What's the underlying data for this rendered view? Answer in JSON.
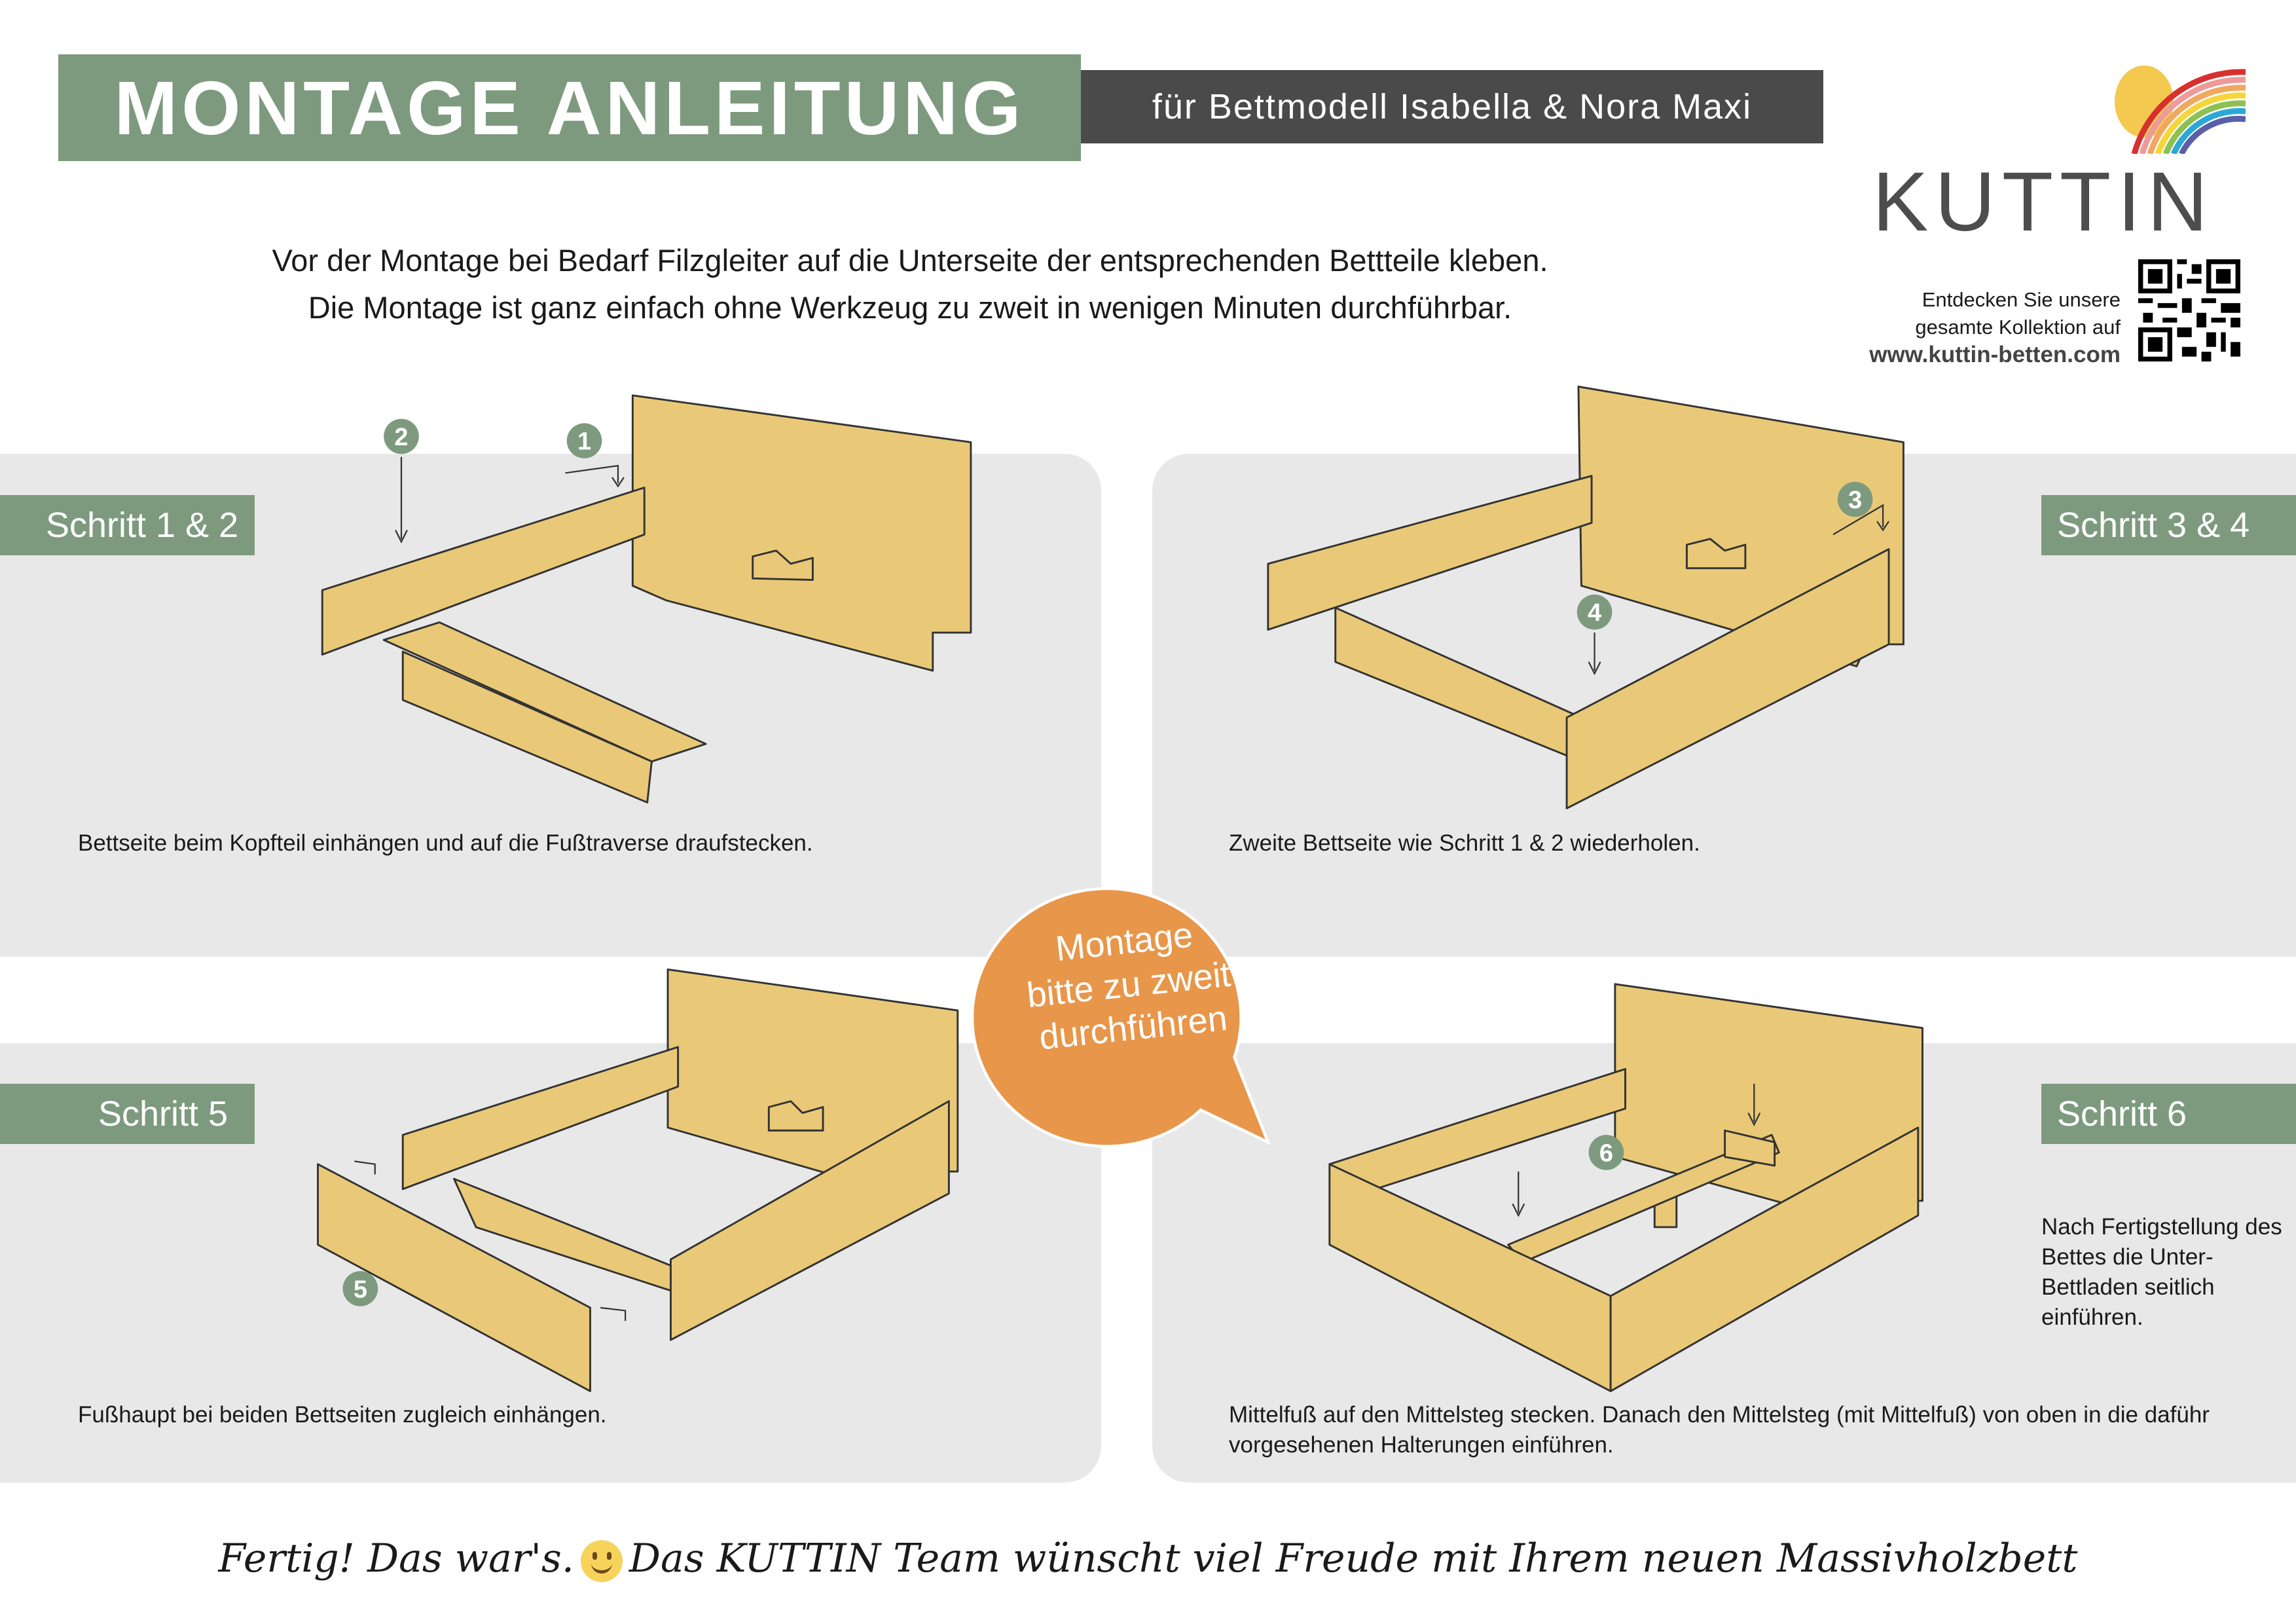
{
  "header": {
    "title": "MONTAGE ANLEITUNG",
    "subtitle": "für Bettmodell Isabella & Nora Maxi"
  },
  "brand": {
    "logo_text": "KUTTIN",
    "qr_text_line1": "Entdecken Sie unsere",
    "qr_text_line2": "gesamte Kollektion auf",
    "url": "www.kuttin-betten.com"
  },
  "intro": {
    "line1": "Vor der Montage bei Bedarf Filzgleiter auf die Unterseite der entsprechenden Bettteile kleben.",
    "line2": "Die Montage ist ganz einfach ohne Werkzeug zu zweit in wenigen Minuten durchführbar."
  },
  "steps": [
    {
      "label": "Schritt 1 & 2",
      "caption": "Bettseite beim Kopfteil einhängen und auf die Fußtraverse draufstecken."
    },
    {
      "label": "Schritt 3 & 4",
      "caption": "Zweite Bettseite wie Schritt 1 & 2 wiederholen."
    },
    {
      "label": "Schritt 5",
      "caption": "Fußhaupt bei beiden Bettseiten zugleich einhängen."
    },
    {
      "label": "Schritt 6",
      "caption": "Mittelfuß auf den Mittelsteg stecken. Danach den Mittelsteg (mit Mittelfuß) von oben in die daführ vorgesehenen Halterungen einführen.",
      "note": "Nach Fertigstellung des Bettes die Unter-Bettladen seitlich einführen."
    }
  ],
  "markers": [
    "1",
    "2",
    "3",
    "4",
    "5",
    "6"
  ],
  "bubble": {
    "line1": "Montage",
    "line2": "bitte zu zweit",
    "line3": "durchführen"
  },
  "footer": {
    "part1": "Fertig! Das war's.",
    "part2": "Das KUTTIN Team wünscht viel Freude mit Ihrem neuen Massivholzbett"
  },
  "colors": {
    "green": "#7d9a7e",
    "dark": "#4a4a4a",
    "panel": "#e8e8e8",
    "wood": "#e9c978",
    "orange": "#e8964a"
  }
}
